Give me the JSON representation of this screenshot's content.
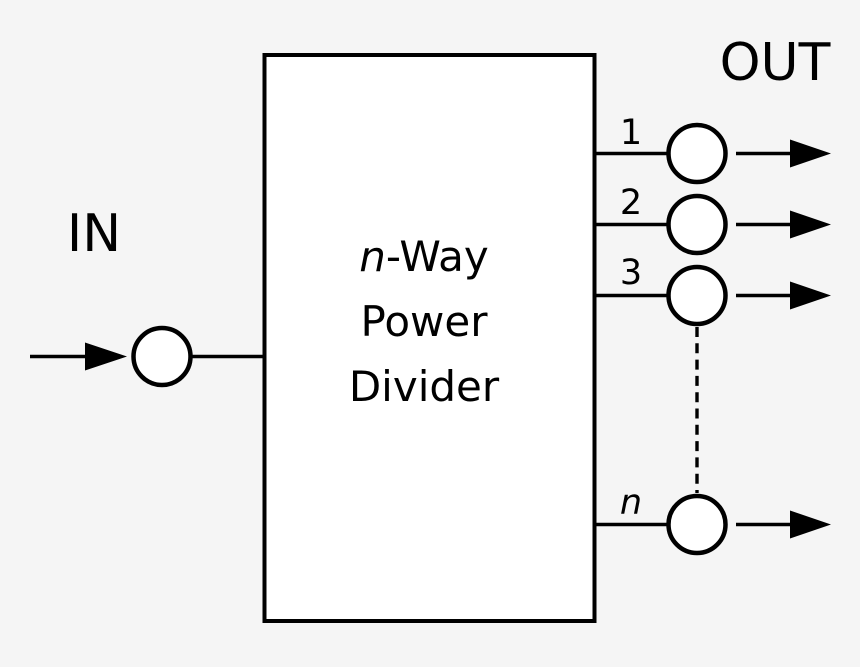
{
  "colors": {
    "background": "#f5f5f5",
    "stroke": "#000000",
    "node_fill": "#ffffff"
  },
  "labels": {
    "input": "IN",
    "output": "OUT"
  },
  "box": {
    "title_italic": "n",
    "title_rest": "-Way",
    "title_line2": "Power",
    "title_line3": "Divider"
  },
  "ports": [
    {
      "label": "1"
    },
    {
      "label": "2"
    },
    {
      "label": "3"
    },
    {
      "label": "n"
    }
  ]
}
